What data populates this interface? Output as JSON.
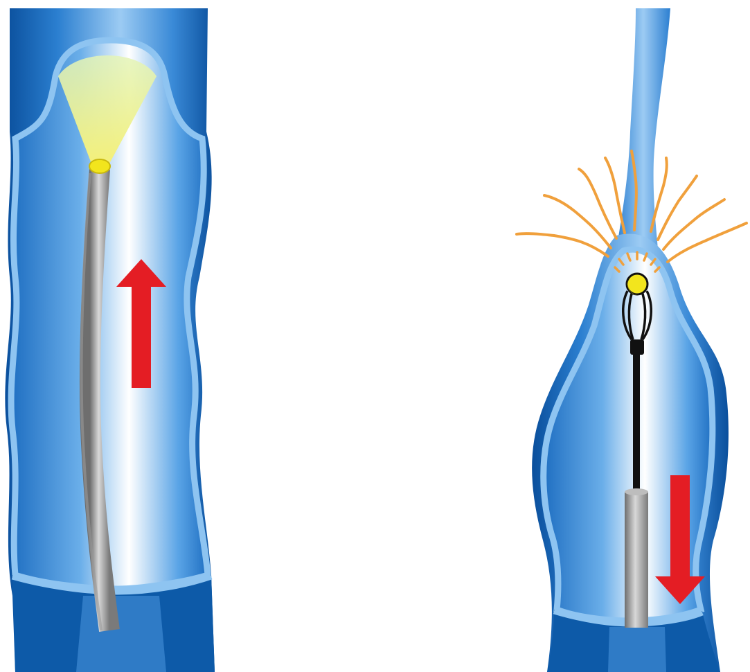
{
  "colors": {
    "background": "#ffffff",
    "vein_outer_dark": "#0b5fb0",
    "vein_mid": "#2f86d6",
    "vein_light": "#a9d2f6",
    "vein_highlight": "#eaf5ff",
    "rim": "#8ec4f1",
    "catheter_gray": "#8f8f8f",
    "catheter_light": "#d9d9d9",
    "wire_black": "#111111",
    "light_yellow": "#f3f09a",
    "tip_yellow": "#f2e51d",
    "arrow_red": "#e41d24",
    "heat_orange": "#f0a03c"
  },
  "panels": [
    {
      "id": "left",
      "content": "vein-with-laser-fiber",
      "arrow_direction": "up"
    },
    {
      "id": "right",
      "content": "vein-with-radiofrequency-electrode",
      "arrow_direction": "down"
    }
  ]
}
